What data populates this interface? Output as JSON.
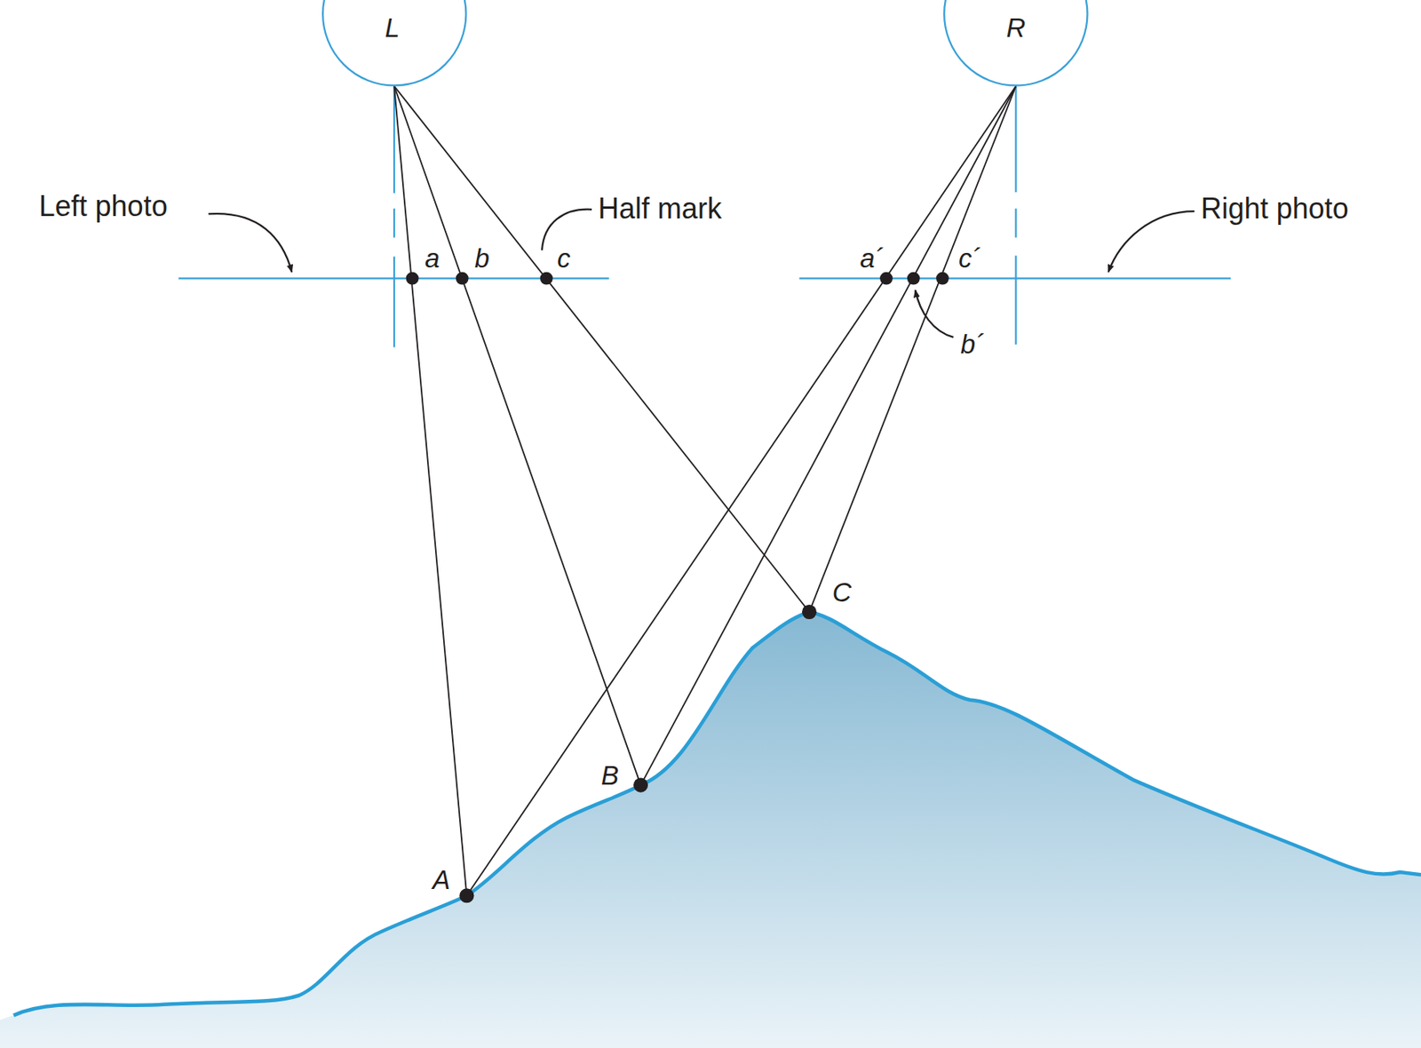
{
  "diagram": {
    "nodes": [
      {
        "text": [
          "L"
        ]
      },
      {
        "text": [
          "R"
        ]
      }
    ],
    "labels": [
      "Left photo",
      "Half mark",
      "Right photo",
      "a",
      "b",
      "c",
      "a´",
      "b´",
      "c´",
      "A",
      "B",
      "C"
    ]
  }
}
